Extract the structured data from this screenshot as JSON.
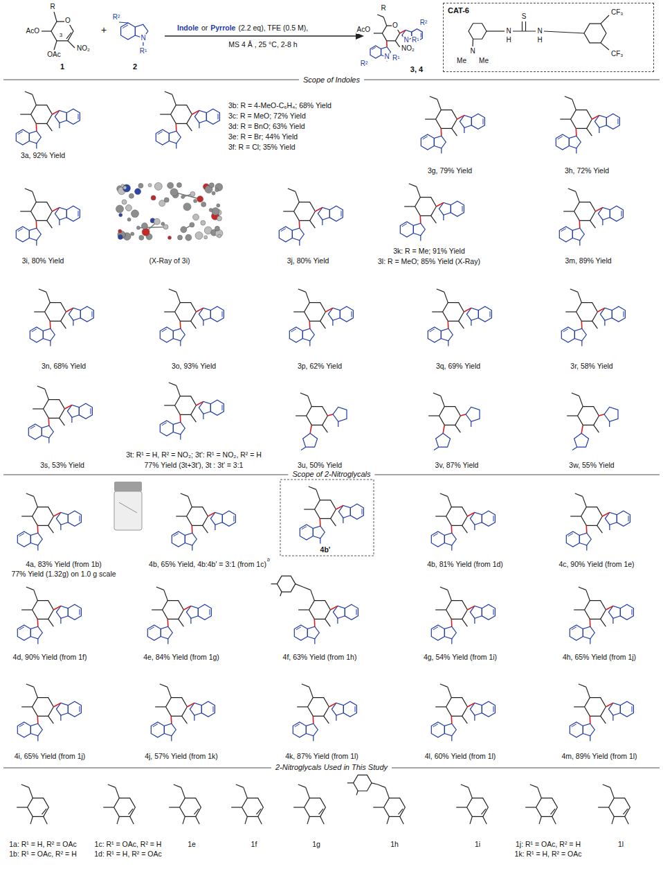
{
  "diagram": {
    "nodes": [
      {
        "text": [
          "CAT-6"
        ]
      }
    ],
    "labels": [
      "R",
      "O",
      "NO₂",
      "AcO",
      "OAc",
      "3",
      "1",
      "+",
      "R²",
      "N",
      "R¹",
      "2",
      "Indole",
      "or",
      "Pyrrole",
      "(2.2 eq), TFE (0.5 M),",
      "MS 4 Å , 25 °C, 2-8 h",
      "R",
      "O",
      "AcO",
      "NO₂",
      "N",
      "R¹",
      "R²",
      "N",
      "R¹",
      "R²",
      "3, 4",
      "Me",
      "N",
      "Me",
      "N",
      "H",
      "S",
      "N",
      "H",
      "CF₃",
      "CF₃",
      "Scope of Indoles",
      "3a, 92% Yield",
      "3b: R = 4-MeO-C₆H₄; 68% Yield",
      "3c: R = MeO; 72% Yield",
      "3d: R = BnO; 63% Yield",
      "3e: R = Br; 44% Yield",
      "3f: R = Cl; 35% Yield",
      "3g,  79% Yield",
      "3h, 72% Yield",
      "3i, 80% Yield",
      "(X-Ray of 3i)",
      "3j, 80% Yield",
      "3k: R = Me;  91% Yield",
      "3l: R = MeO; 85% Yield (X-Ray)",
      "3m,  89% Yield",
      "3n, 68% Yield",
      "3o, 93% Yield",
      "3p, 62% Yield",
      "3q, 69% Yield",
      "3r, 58% Yield",
      "3s, 53% Yield",
      "3t: R¹ = H, R² = NO₂; 3t': R¹ = NO₂, R² = H",
      "77% Yield (3t+3t'), 3t : 3t' = 3:1",
      "3u, 50% Yield",
      "3v, 87% Yield",
      "3w, 55% Yield",
      "Scope of 2-Nitroglycals",
      "4a, 83% Yield (from 1b)",
      "77% Yield (1.32g) on 1.0 g scale",
      "4b, 65% Yield, 4b:4b' = 3:1 (from 1c)",
      "b",
      "4b'",
      "4b, 81% Yield (from 1d)",
      "4c, 90% Yield (from 1e)",
      "4d, 90% Yield (from 1f)",
      "4e, 84% Yield (from 1g)",
      "4f, 63% Yield (from 1h)",
      "4g, 54% Yield (from 1i)",
      "4h, 65% Yield (from 1j)",
      "4i, 65% Yield (from 1j)",
      "4j, 57% Yield (from 1k)",
      "4k, 87% Yield (from 1l)",
      "4l, 60% Yield (from 1l)",
      "4m, 89% Yield (from 1l)",
      "2-Nitroglycals Used in This Study",
      "1a: R¹ = H, R² = OAc",
      "1b: R¹ = OAc, R² = H",
      "1c: R¹ = OAc, R² = H",
      "1d: R¹ = H, R² = OAc",
      "1e",
      "1f",
      "1g",
      "1h",
      "1i",
      "1j: R¹ = OAc, R² = H",
      "1k: R¹ = H, R² = OAc",
      "1l"
    ]
  }
}
